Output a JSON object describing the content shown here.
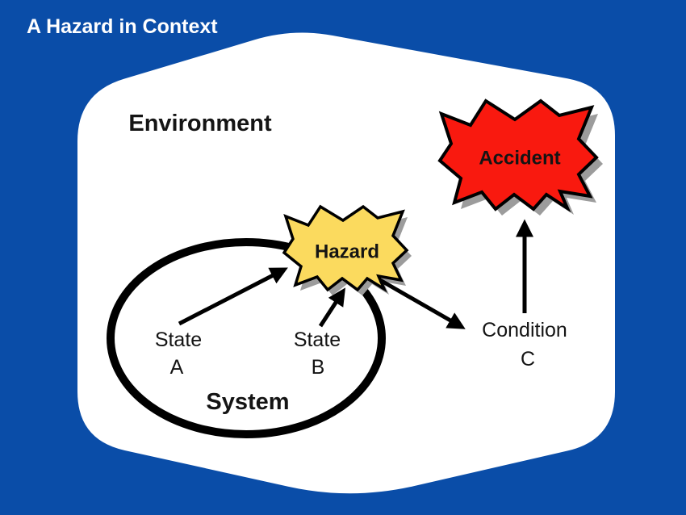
{
  "title": "A Hazard in Context",
  "colors": {
    "background": "#0A4DA8",
    "panel": "#FFFFFF",
    "title_text": "#FFFFFF",
    "text": "#141414",
    "outline": "#000000",
    "shadow": "#9C9C9C",
    "hazard_fill": "#FBDA5E",
    "accident_fill": "#F9190F"
  },
  "nodes": {
    "environment": {
      "label": "Environment"
    },
    "system": {
      "label": "System"
    },
    "state_a": {
      "line1": "State",
      "line2": "A"
    },
    "state_b": {
      "line1": "State",
      "line2": "B"
    },
    "condition_c": {
      "line1": "Condition",
      "line2": "C"
    },
    "hazard": {
      "label": "Hazard"
    },
    "accident": {
      "label": "Accident"
    }
  }
}
